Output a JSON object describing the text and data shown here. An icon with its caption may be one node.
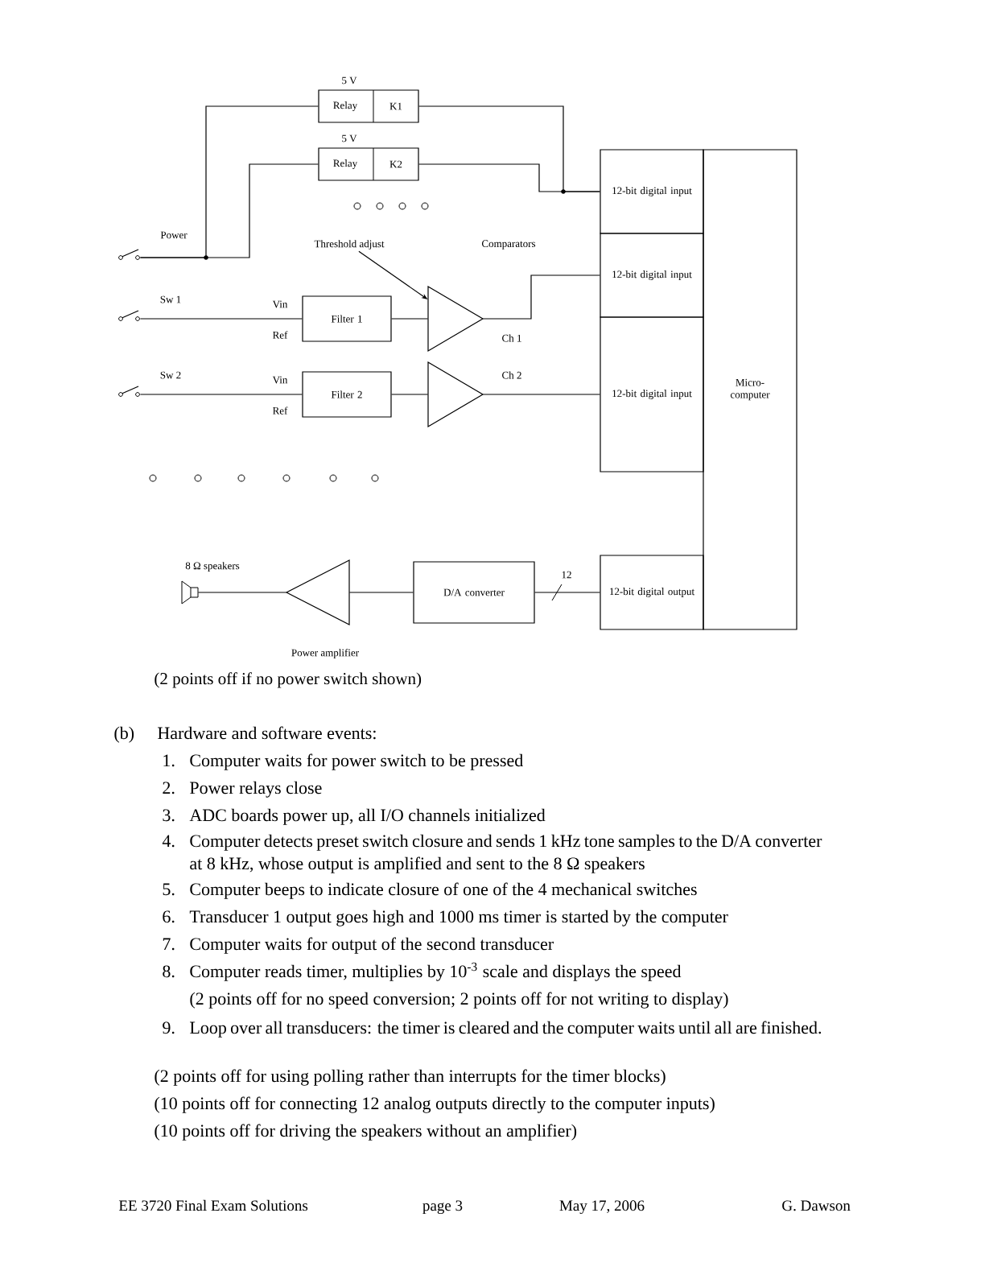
{
  "diagram": {
    "nodes": [
      {
        "text": [
          "Relay",
          "K1"
        ],
        "beside": [
          "5 V"
        ]
      },
      {
        "text": [
          "Relay",
          "K2"
        ],
        "beside": [
          "5 V"
        ]
      },
      {
        "text": [
          "12-bit digital input"
        ]
      },
      {
        "text": [
          "Micro- computer"
        ]
      },
      {
        "text": [],
        "shape": "picture",
        "beside": [
          "Power"
        ]
      },
      {
        "text": [
          "Threshold adjust"
        ]
      },
      {
        "text": [
          "12-bit digital input"
        ]
      },
      {
        "text": [],
        "shape": "picture",
        "beside": [
          "Sw 1"
        ]
      },
      {
        "text": [
          "Filter 1"
        ],
        "beside": [
          "Vin",
          "Ref"
        ]
      },
      {
        "text": [],
        "shape": "triangle",
        "beside": [
          "Ch 1"
        ]
      },
      {
        "text": [],
        "shape": "picture",
        "beside": [
          "Sw 2"
        ]
      },
      {
        "text": [
          "Filter 2"
        ],
        "beside": [
          "Vin",
          "Ref"
        ]
      },
      {
        "text": [],
        "shape": "triangle",
        "beside": [
          "Ch 2"
        ]
      },
      {
        "text": [
          "12-bit digital input"
        ]
      },
      {
        "text": [],
        "shape": "picture",
        "beside": [
          "8 Ω speakers"
        ]
      },
      {
        "text": [],
        "shape": "triangle",
        "beside": [
          "Power amplifier"
        ]
      },
      {
        "text": [
          "D/A converter"
        ]
      },
      {
        "text": [
          "12-bit digital output"
        ]
      }
    ],
    "edges": [
      {
        "from": 4,
        "to": 0,
        "arrow": "none"
      },
      {
        "from": 4,
        "to": 1,
        "arrow": "none"
      },
      {
        "from": 0,
        "to": 2,
        "arrow": "none"
      },
      {
        "from": 1,
        "to": 2,
        "arrow": "none"
      },
      {
        "from": 7,
        "to": 8,
        "arrow": "none"
      },
      {
        "from": 8,
        "to": 9,
        "arrow": "none"
      },
      {
        "from": 5,
        "to": 9,
        "arrow": "to"
      },
      {
        "from": 9,
        "to": 6,
        "arrow": "none"
      },
      {
        "from": 10,
        "to": 11,
        "arrow": "none"
      },
      {
        "from": 11,
        "to": 12,
        "arrow": "none"
      },
      {
        "from": 12,
        "to": 13,
        "arrow": "none"
      },
      {
        "from": 17,
        "to": 16,
        "arrow": "none",
        "label": "12"
      },
      {
        "from": 16,
        "to": 15,
        "arrow": "none"
      },
      {
        "from": 15,
        "to": 14,
        "arrow": "none"
      }
    ],
    "labels": [
      "Comparators",
      "(2 points off if no power switch shown)",
      "(b)",
      "Hardware and software events:",
      "1.",
      "Computer waits for power switch to be pressed",
      "2.",
      "Power relays close",
      "3.",
      "ADC boards power up, all I/O channels initialized",
      "4.",
      "Computer detects preset switch closure and sends 1 kHz tone samples to the D/A converter at 8 kHz, whose output is amplified and sent to the 8 Ω speakers",
      "5.",
      "Computer beeps to indicate closure of one of the 4 mechanical switches",
      "6.",
      "Transducer 1 output goes high and 1000 ms timer is started by the computer",
      "7.",
      "Computer waits for output of the second transducer",
      "8.",
      "Computer reads timer, multiplies by 10$^{-3}$ scale and displays the speed",
      "(2 points off for no speed conversion; 2 points off for not writing to display)",
      "9.",
      "Loop over all transducers: the timer is cleared and the computer waits until all are finished.",
      "(2 points off for using polling rather than interrupts for the timer blocks)",
      "(10 points off for connecting 12 analog outputs directly to the computer inputs)",
      "(10 points off for driving the speakers without an amplifier)",
      "EE 3720 Final Exam Solutions",
      "page 3",
      "May 17, 2006",
      "G. Dawson"
    ]
  }
}
